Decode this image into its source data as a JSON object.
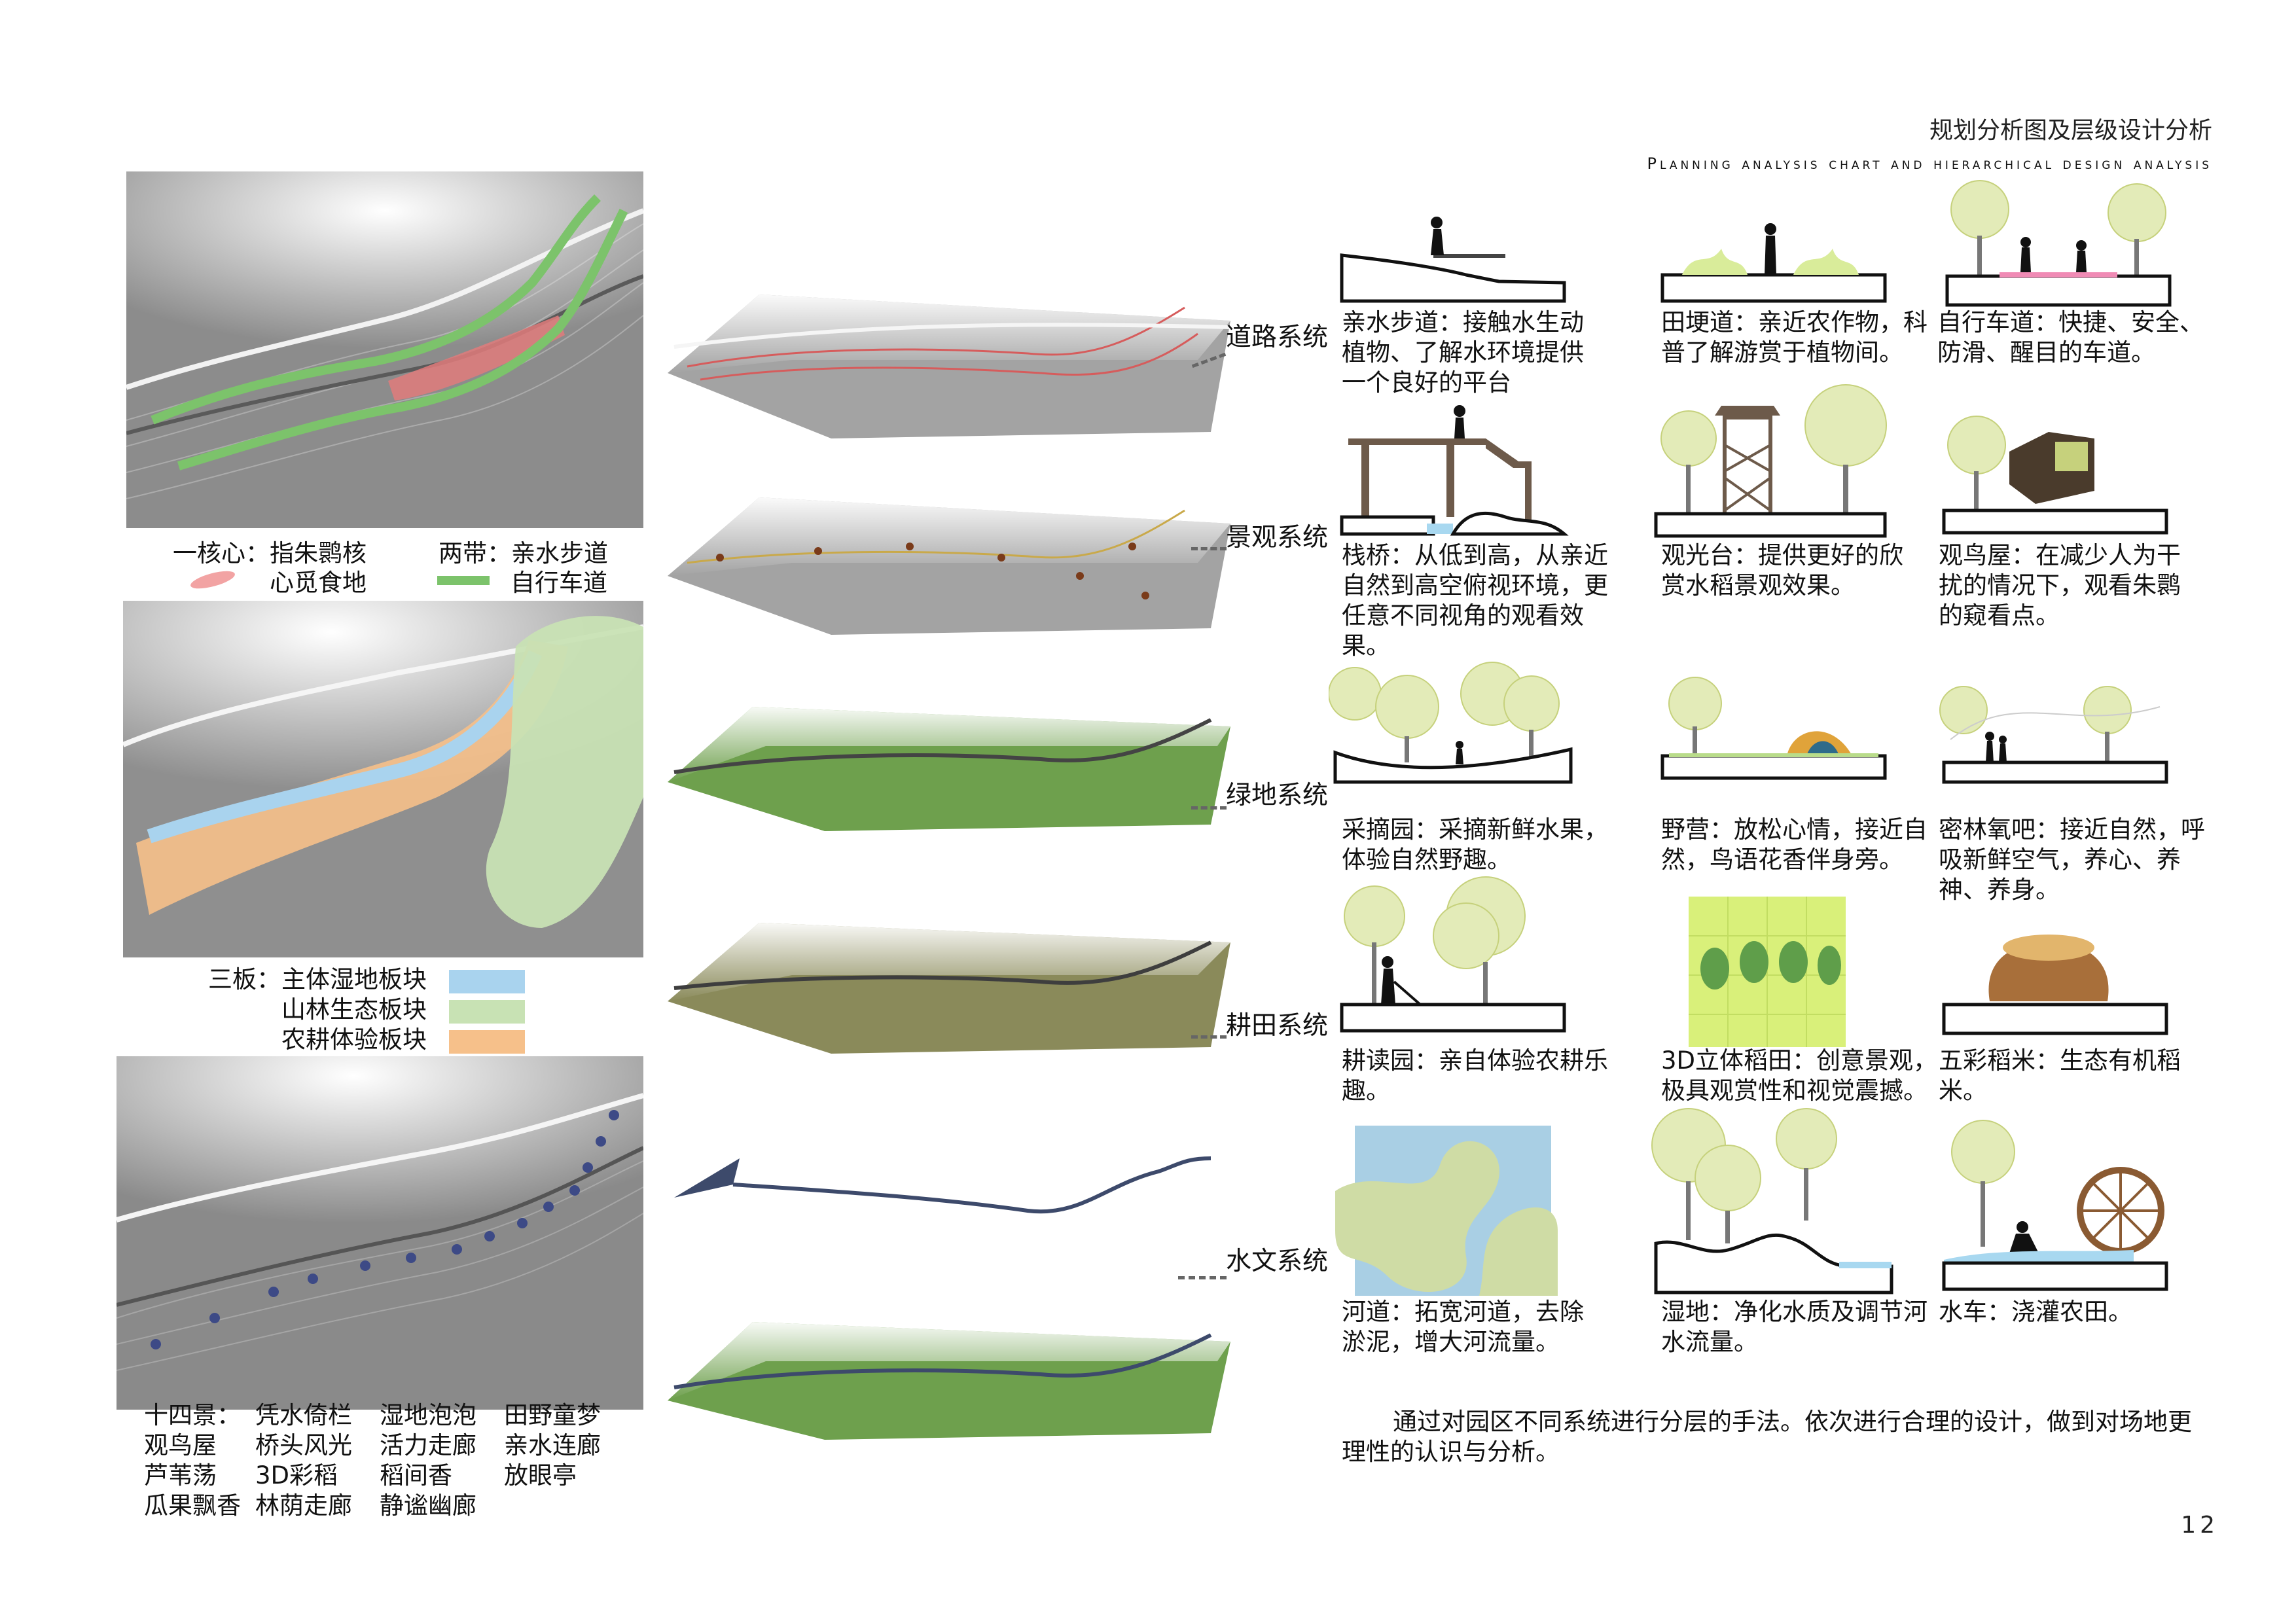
{
  "header": {
    "title_cn": "规划分析图及层级设计分析",
    "title_en": "Planning analysis chart and hierarchical design analysis"
  },
  "page_number": "12",
  "colors": {
    "core_pink": "#f2a3a3",
    "greenway": "#7cc36b",
    "wetland_blue": "#a9d3ee",
    "forest_green": "#c8e2b4",
    "farmland_orange": "#f6c08a",
    "tree": "#e3ebb8",
    "water": "#a8d8f0"
  },
  "left_maps": {
    "map1_legend": {
      "core_title": "一核心：指朱鹮核",
      "core_line2": "心觅食地",
      "belt_title": "两带：亲水步道",
      "belt_line2": "自行车道"
    },
    "map2_legend": {
      "title": "三板：",
      "wetland": "主体湿地板块",
      "forest": "山林生态板块",
      "farm": "农耕体验板块"
    },
    "map3_legend": {
      "rows": [
        [
          "十四景：",
          "凭水倚栏",
          "湿地泡泡",
          "田野童梦"
        ],
        [
          "观鸟屋",
          "桥头风光",
          "活力走廊",
          "亲水连廊"
        ],
        [
          "芦苇荡",
          "3D彩稻",
          "稻间香",
          "放眼亭"
        ],
        [
          "瓜果飘香",
          "林荫走廊",
          "静谧幽廊",
          ""
        ]
      ]
    }
  },
  "layers": [
    {
      "label": "道路系统"
    },
    {
      "label": "景观系统"
    },
    {
      "label": "绿地系统"
    },
    {
      "label": "耕田系统"
    },
    {
      "label": "水文系统"
    }
  ],
  "descriptions": {
    "road_1": "亲水步道：接触水生动植物、了解水环境提供一个良好的平台",
    "road_2": "田埂道：亲近农作物，科普了解游赏于植物间。",
    "road_3": "自行车道：快捷、安全、防滑、醒目的车道。",
    "scene_1": "栈桥：从低到高，从亲近自然到高空俯视环境，更任意不同视角的观看效果。",
    "scene_2": "观光台：提供更好的欣赏水稻景观效果。",
    "scene_3": "观鸟屋：在减少人为干扰的情况下，观看朱鹮的窥看点。",
    "green_1": "采摘园：采摘新鲜水果，体验自然野趣。",
    "green_2": "野营：放松心情，接近自然，鸟语花香伴身旁。",
    "green_3": "密林氧吧：接近自然，呼吸新鲜空气，养心、养神、养身。",
    "farm_1": "耕读园：亲自体验农耕乐趣。",
    "farm_2": "3D立体稻田：创意景观，极具观赏性和视觉震撼。",
    "farm_3": "五彩稻米：生态有机稻米。",
    "water_1": "河道：拓宽河道，去除淤泥，增大河流量。",
    "water_2": "湿地：净化水质及调节河水流量。",
    "water_3": "水车：浇灌农田。"
  },
  "summary": "通过对园区不同系统进行分层的手法。依次进行合理的设计，做到对场地更理性的认识与分析。"
}
